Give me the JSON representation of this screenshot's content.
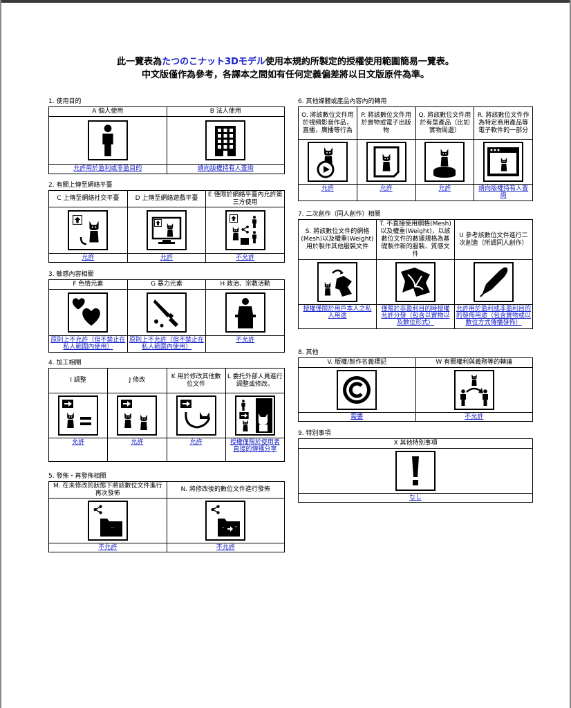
{
  "header": {
    "line1_prefix": "此一覽表為",
    "line1_highlight": "たつのこナット3Dモデル",
    "line1_suffix": "使用本規約所製定的授權使用範圍簡易一覽表。",
    "line2": "中文版僅作為參考，各譯本之間如有任何定義偏差將以日文版原件為準。"
  },
  "sections": {
    "s1": {
      "title": "1. 使用目的",
      "items": [
        {
          "caption": "A 個人使用",
          "status": "允許用於盈利或非盈目的",
          "icon": "person-icon"
        },
        {
          "caption": "B 法人使用",
          "status": "請向版權持有人查詢",
          "icon": "building-icon"
        }
      ]
    },
    "s2": {
      "title": "2. 有關上傳至網絡平臺",
      "items": [
        {
          "caption": "C 上傳至網絡社交平臺",
          "status": "允許",
          "icon": "upload-cat-icon"
        },
        {
          "caption": "D 上傳至網絡遊戲平臺",
          "status": "允許",
          "icon": "upload-game-icon"
        },
        {
          "caption": "E 僅限於網絡平臺內允許第三方使用",
          "status": "不允許",
          "icon": "upload-share-icon"
        }
      ]
    },
    "s3": {
      "title": "3. 敏感內容相關",
      "items": [
        {
          "caption": "F 色情元素",
          "status": "原則上不允許（但不禁止在私人範圍內使用）",
          "icon": "hearts-icon"
        },
        {
          "caption": "G 暴力元素",
          "status": "原則上不允許（但不禁止在私人範圍內使用）",
          "icon": "knife-icon"
        },
        {
          "caption": "H 政治、宗教活動",
          "status": "不允許",
          "icon": "podium-icon"
        }
      ]
    },
    "s4": {
      "title": "4. 加工相關",
      "items": [
        {
          "caption": "I 調整",
          "status": "允許",
          "icon": "adjust-icon"
        },
        {
          "caption": "J 修改",
          "status": "允許",
          "icon": "modify-icon"
        },
        {
          "caption": "K 用於修改其他數位文件",
          "status": "允許",
          "icon": "other-file-icon"
        },
        {
          "caption": "L 委托外部人員進行調整或修改。",
          "status": "授權僅限於使用者直接的傳播分享",
          "icon": "outsource-icon"
        }
      ]
    },
    "s5": {
      "title": "5. 發佈・再發佈相關",
      "items": [
        {
          "caption": "M. 在未修改的狀態下將該數位文件進行再次發佈",
          "status": "不允許",
          "icon": "redistribute-icon"
        },
        {
          "caption": "N. 將修改後的數位文件進行發佈",
          "status": "不允許",
          "icon": "distribute-modified-icon"
        }
      ]
    },
    "s6": {
      "title": "6. 其他媒體或產品內容內的轉用",
      "items": [
        {
          "caption": "O. 將該數位文件用於視頻影音作品，直播，廣播等行為",
          "status": "允許",
          "icon": "video-icon"
        },
        {
          "caption": "P. 將該數位文件用於實物或電子出版物",
          "status": "允許",
          "icon": "publication-icon"
        },
        {
          "caption": "Q. 將該數位文件用於有型產品（比如實物周邊）",
          "status": "允許",
          "icon": "figure-icon"
        },
        {
          "caption": "R. 將該數位文件作為特定商用產品等電子軟件的一部分",
          "status": "請向版權持有人查詢",
          "icon": "software-icon"
        }
      ]
    },
    "s7": {
      "title": "7. 二次創作（同人創作）相關",
      "items": [
        {
          "caption": "S. 將該數位文件的網格(Mesh)以及權重(Weight)用於製作其他服裝文件",
          "status": "授權僅限於用戶本人之私人用途",
          "icon": "clothing-icon"
        },
        {
          "caption": "T. 不直接使用網格(Mesh)以及權重(Weight)，以該數位文件的數據規格為基礎製作新的服裝、質感文件",
          "status": "僅限於非盈利目的時授權允許分發（包含以實物以及數位形式）",
          "icon": "cloth-icon"
        },
        {
          "caption": "U 參考該數位文件進行二次創造（所謂同人創作）",
          "status": "允許用於盈利或非盈利目的的發佈用途（包含實物或以數位方式傳播發佈）",
          "icon": "pen-icon"
        }
      ]
    },
    "s8": {
      "title": "8. 其他",
      "items": [
        {
          "caption": "V. 版權/製作名義標記",
          "status": "需要",
          "icon": "copyright-icon"
        },
        {
          "caption": "W 有關權利與義務等的轉讓",
          "status": "不允許",
          "icon": "transfer-icon"
        }
      ]
    },
    "s9": {
      "title": "9. 特別事項",
      "items": [
        {
          "caption": "X 其他特別事項",
          "status": "なし",
          "icon": "exclamation-icon"
        }
      ]
    }
  }
}
